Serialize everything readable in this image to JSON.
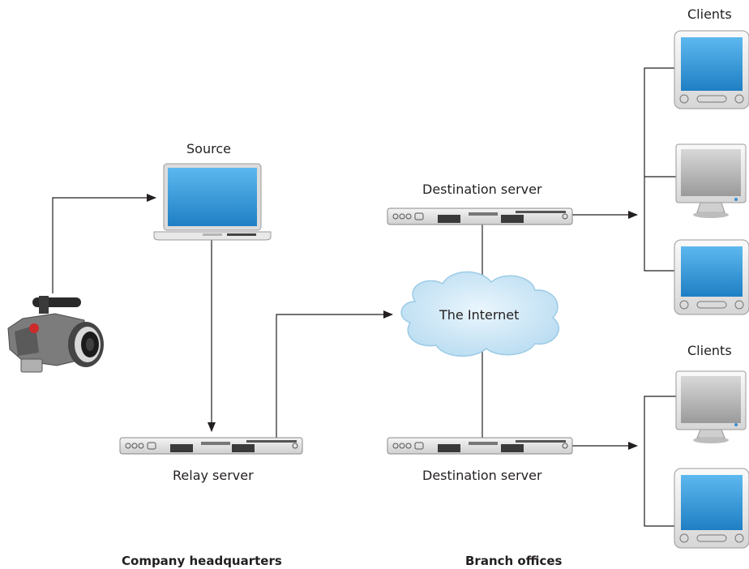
{
  "labels": {
    "source": "Source",
    "relay_server": "Relay server",
    "destination_server_top": "Destination server",
    "destination_server_bottom": "Destination server",
    "internet": "The Internet",
    "clients_top": "Clients",
    "clients_bottom": "Clients",
    "company_headquarters": "Company headquarters",
    "branch_offices": "Branch offices"
  },
  "colors": {
    "line": "#231f20",
    "cloud_fill": "#c7e4f4",
    "cloud_stroke": "#a9cfe6",
    "screen_blue": "#3aa0e0",
    "server_body": "#e4e4e4"
  },
  "icons": {
    "camcorder": "video-camera-icon",
    "laptop": "laptop-icon",
    "server": "rack-server-icon",
    "client_imac": "emac-computer-icon",
    "client_display": "crt-display-icon",
    "cloud": "cloud-icon"
  }
}
